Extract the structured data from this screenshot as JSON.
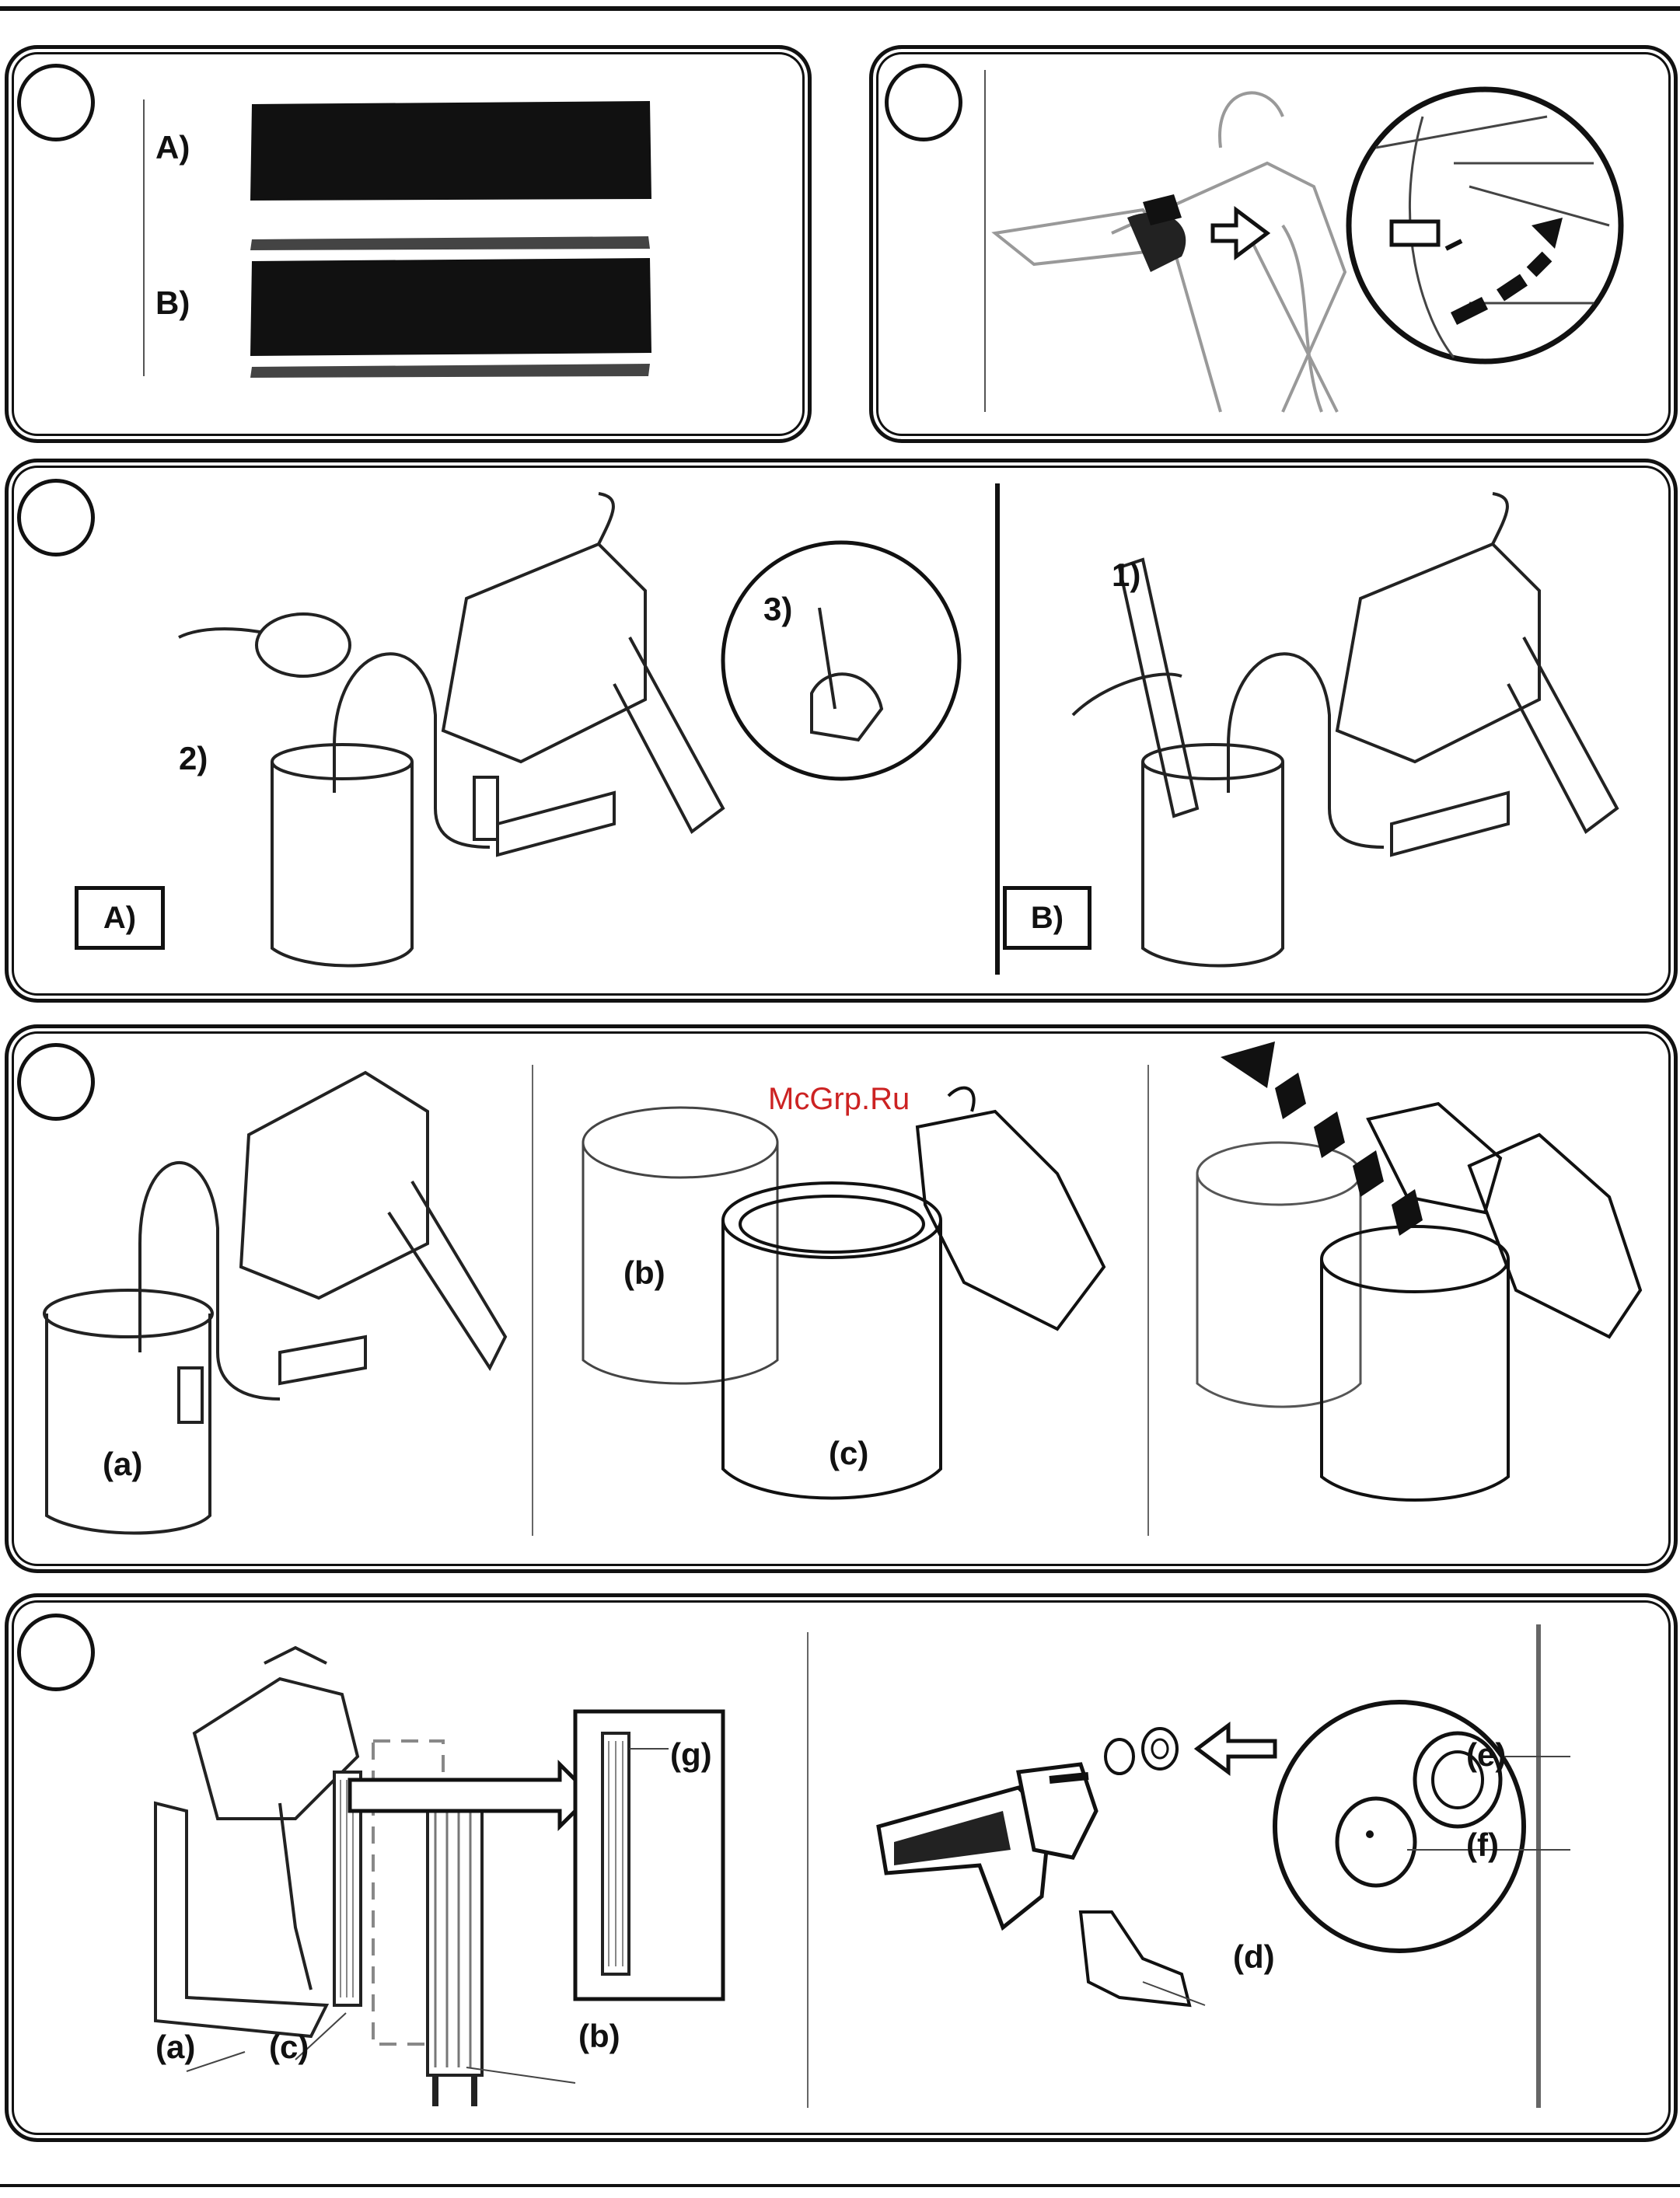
{
  "watermark": "McGrp.Ru",
  "panel1": {
    "label_a": "A)",
    "label_b": "B)"
  },
  "panel3": {
    "label_1": "1)",
    "label_2": "2)",
    "label_3": "3)",
    "box_a": "A)",
    "box_b": "B)"
  },
  "panel4": {
    "label_a": "(a)",
    "label_b": "(b)",
    "label_c": "(c)"
  },
  "panel5": {
    "label_a": "(a)",
    "label_b": "(b)",
    "label_c": "(c)",
    "label_d": "(d)",
    "label_e": "(e)",
    "label_f": "(f)",
    "label_g": "(g)"
  }
}
